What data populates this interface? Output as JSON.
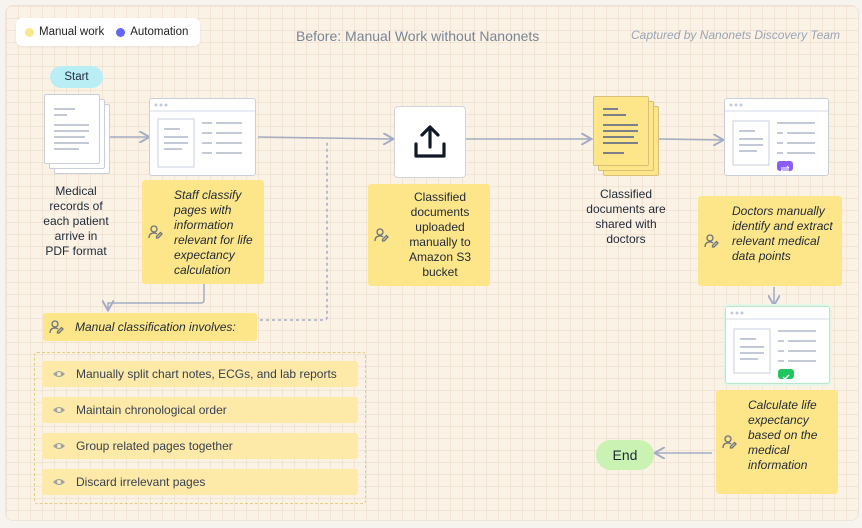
{
  "legend": {
    "manual_label": "Manual work",
    "manual_color": "#fde68a",
    "automation_label": "Automation",
    "automation_color": "#6366f1"
  },
  "title": "Before: Manual Work without Nanonets",
  "credit": "Captured by Nanonets Discovery Team",
  "start_label": "Start",
  "end_label": "End",
  "step1_caption": "Medical records of each patient arrive in PDF format",
  "step2_text": "Staff classify pages with information relevant for life expectancy calculation",
  "step3_text": "Classified documents uploaded manually to Amazon S3 bucket",
  "step4_caption": "Classified documents are shared with doctors",
  "step5_text": "Doctors manually identify and extract relevant medical data points",
  "step6_text": "Calculate life expectancy based on the medical information",
  "classification": {
    "heading": "Manual classification involves:",
    "items": [
      "Manually split chart notes, ECGs, and lab reports",
      "Maintain chronological order",
      "Group related pages together",
      "Discard irrelevant pages"
    ]
  },
  "icons": [
    "document-stack-icon",
    "review-window-icon",
    "upload-icon",
    "user-edit-icon",
    "eye-icon",
    "swap-icon",
    "checkmark-icon"
  ]
}
